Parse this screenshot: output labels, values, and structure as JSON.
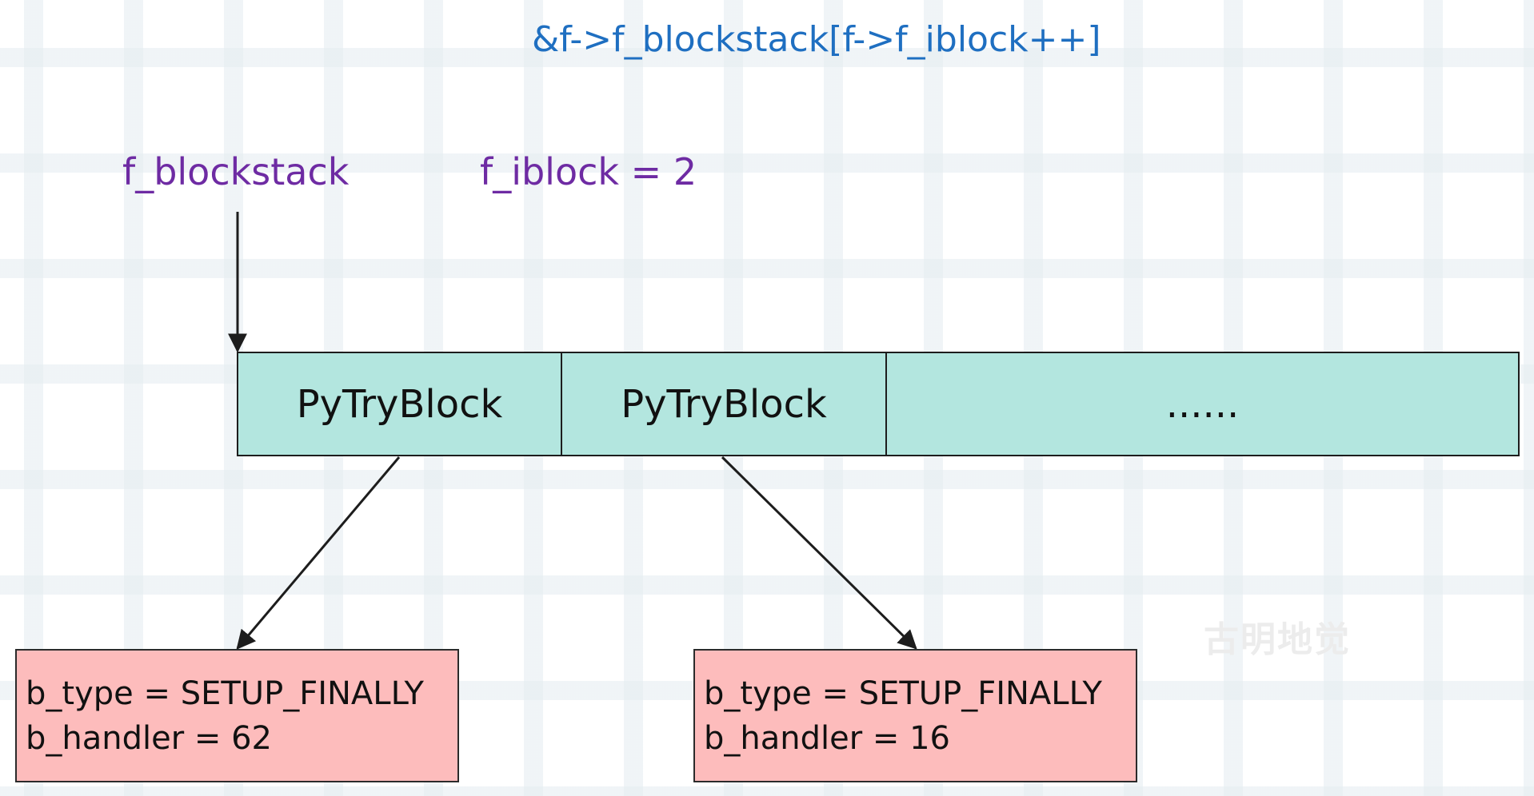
{
  "title": "&f->f_blockstack[f->f_iblock++]",
  "pointer_label": "f_blockstack",
  "count_label": "f_iblock = 2",
  "stack": {
    "cells": [
      "PyTryBlock",
      "PyTryBlock",
      "......"
    ]
  },
  "blocks": [
    {
      "type_line": "b_type = SETUP_FINALLY",
      "handler_line": "b_handler = 62"
    },
    {
      "type_line": "b_type = SETUP_FINALLY",
      "handler_line": "b_handler = 16"
    }
  ],
  "watermark": "古明地觉",
  "colors": {
    "title": "#1f6fc1",
    "labels": "#6e2ba3",
    "stack_fill": "#b3e6df",
    "block_fill": "#fdbcbc"
  }
}
